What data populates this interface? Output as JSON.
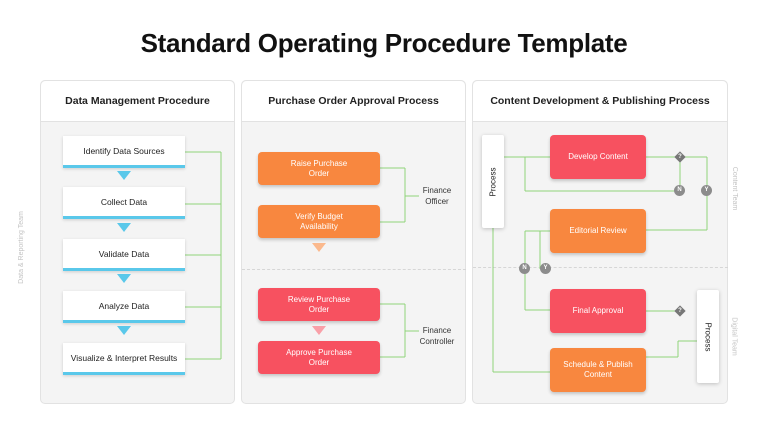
{
  "title": "Standard Operating Procedure Template",
  "panels": {
    "data_management": {
      "heading": "Data Management Procedure",
      "steps": [
        "Identify Data Sources",
        "Collect Data",
        "Validate Data",
        "Analyze Data",
        "Visualize & Interpret Results"
      ],
      "side_label": "Data & Reporting Team"
    },
    "purchase_order": {
      "heading": "Purchase Order Approval Process",
      "steps": [
        "Raise Purchase\nOrder",
        "Verify Budget\nAvailability",
        "Review Purchase\nOrder",
        "Approve Purchase\nOrder"
      ],
      "roles": [
        "Finance\nOfficer",
        "Finance\nController"
      ]
    },
    "content_dev": {
      "heading": "Content Development & Publishing Process",
      "steps": [
        "Develop Content",
        "Editorial Review",
        "Final Approval",
        "Schedule & Publish\nContent"
      ],
      "process_label": "Process",
      "process_label_2": "Process",
      "side_label_top": "Content Team",
      "side_label_bottom": "Digital Team",
      "decision_mark": "?",
      "no_label": "N",
      "yes_label": "Y"
    }
  },
  "colors": {
    "accent_blue": "#5ac8ea",
    "orange": "#f8873f",
    "red": "#f75160",
    "connector_green": "#8fd47a",
    "decision_gray": "#777777"
  }
}
